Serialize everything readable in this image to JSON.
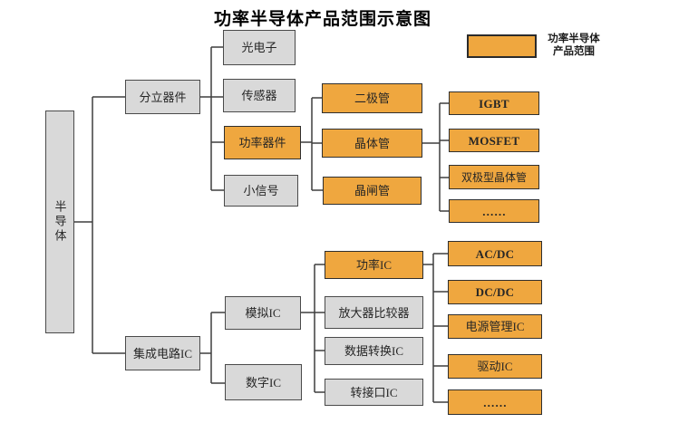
{
  "title": "功率半导体产品范围示意图",
  "legend": {
    "label_line1": "功率半导体",
    "label_line2": "产品范围"
  },
  "colors": {
    "highlight_fill": "#EFA73F",
    "default_fill": "#D9D9D9",
    "line": "#3f3f3f"
  },
  "nodes": {
    "semiconductor": {
      "label": "半导体",
      "highlight": false
    },
    "discrete-devices": {
      "label": "分立器件",
      "highlight": false
    },
    "optoelectronics": {
      "label": "光电子",
      "highlight": false
    },
    "sensor": {
      "label": "传感器",
      "highlight": false
    },
    "power-devices": {
      "label": "功率器件",
      "highlight": true
    },
    "small-signal": {
      "label": "小信号",
      "highlight": false
    },
    "diode": {
      "label": "二极管",
      "highlight": true
    },
    "transistor": {
      "label": "晶体管",
      "highlight": true
    },
    "thyristor": {
      "label": "晶闸管",
      "highlight": true
    },
    "igbt": {
      "label": "IGBT",
      "highlight": true
    },
    "mosfet": {
      "label": "MOSFET",
      "highlight": true
    },
    "bipolar-transistor": {
      "label": "双极型晶体管",
      "highlight": true
    },
    "discrete-ellipsis": {
      "label": "……",
      "highlight": true
    },
    "integrated-circuit-ic": {
      "label": "集成电路IC",
      "highlight": false
    },
    "analog-ic": {
      "label": "模拟IC",
      "highlight": false
    },
    "digital-ic": {
      "label": "数字IC",
      "highlight": false
    },
    "power-ic": {
      "label": "功率IC",
      "highlight": true
    },
    "amplifier-comparator": {
      "label": "放大器比较器",
      "highlight": false
    },
    "data-conversion-ic": {
      "label": "数据转换IC",
      "highlight": false
    },
    "interface-ic": {
      "label": "转接口IC",
      "highlight": false
    },
    "ac-dc": {
      "label": "AC/DC",
      "highlight": true
    },
    "dc-dc": {
      "label": "DC/DC",
      "highlight": true
    },
    "power-management-ic": {
      "label": "电源管理IC",
      "highlight": true
    },
    "driver-ic": {
      "label": "驱动IC",
      "highlight": true
    },
    "ic-ellipsis": {
      "label": "……",
      "highlight": true
    }
  }
}
